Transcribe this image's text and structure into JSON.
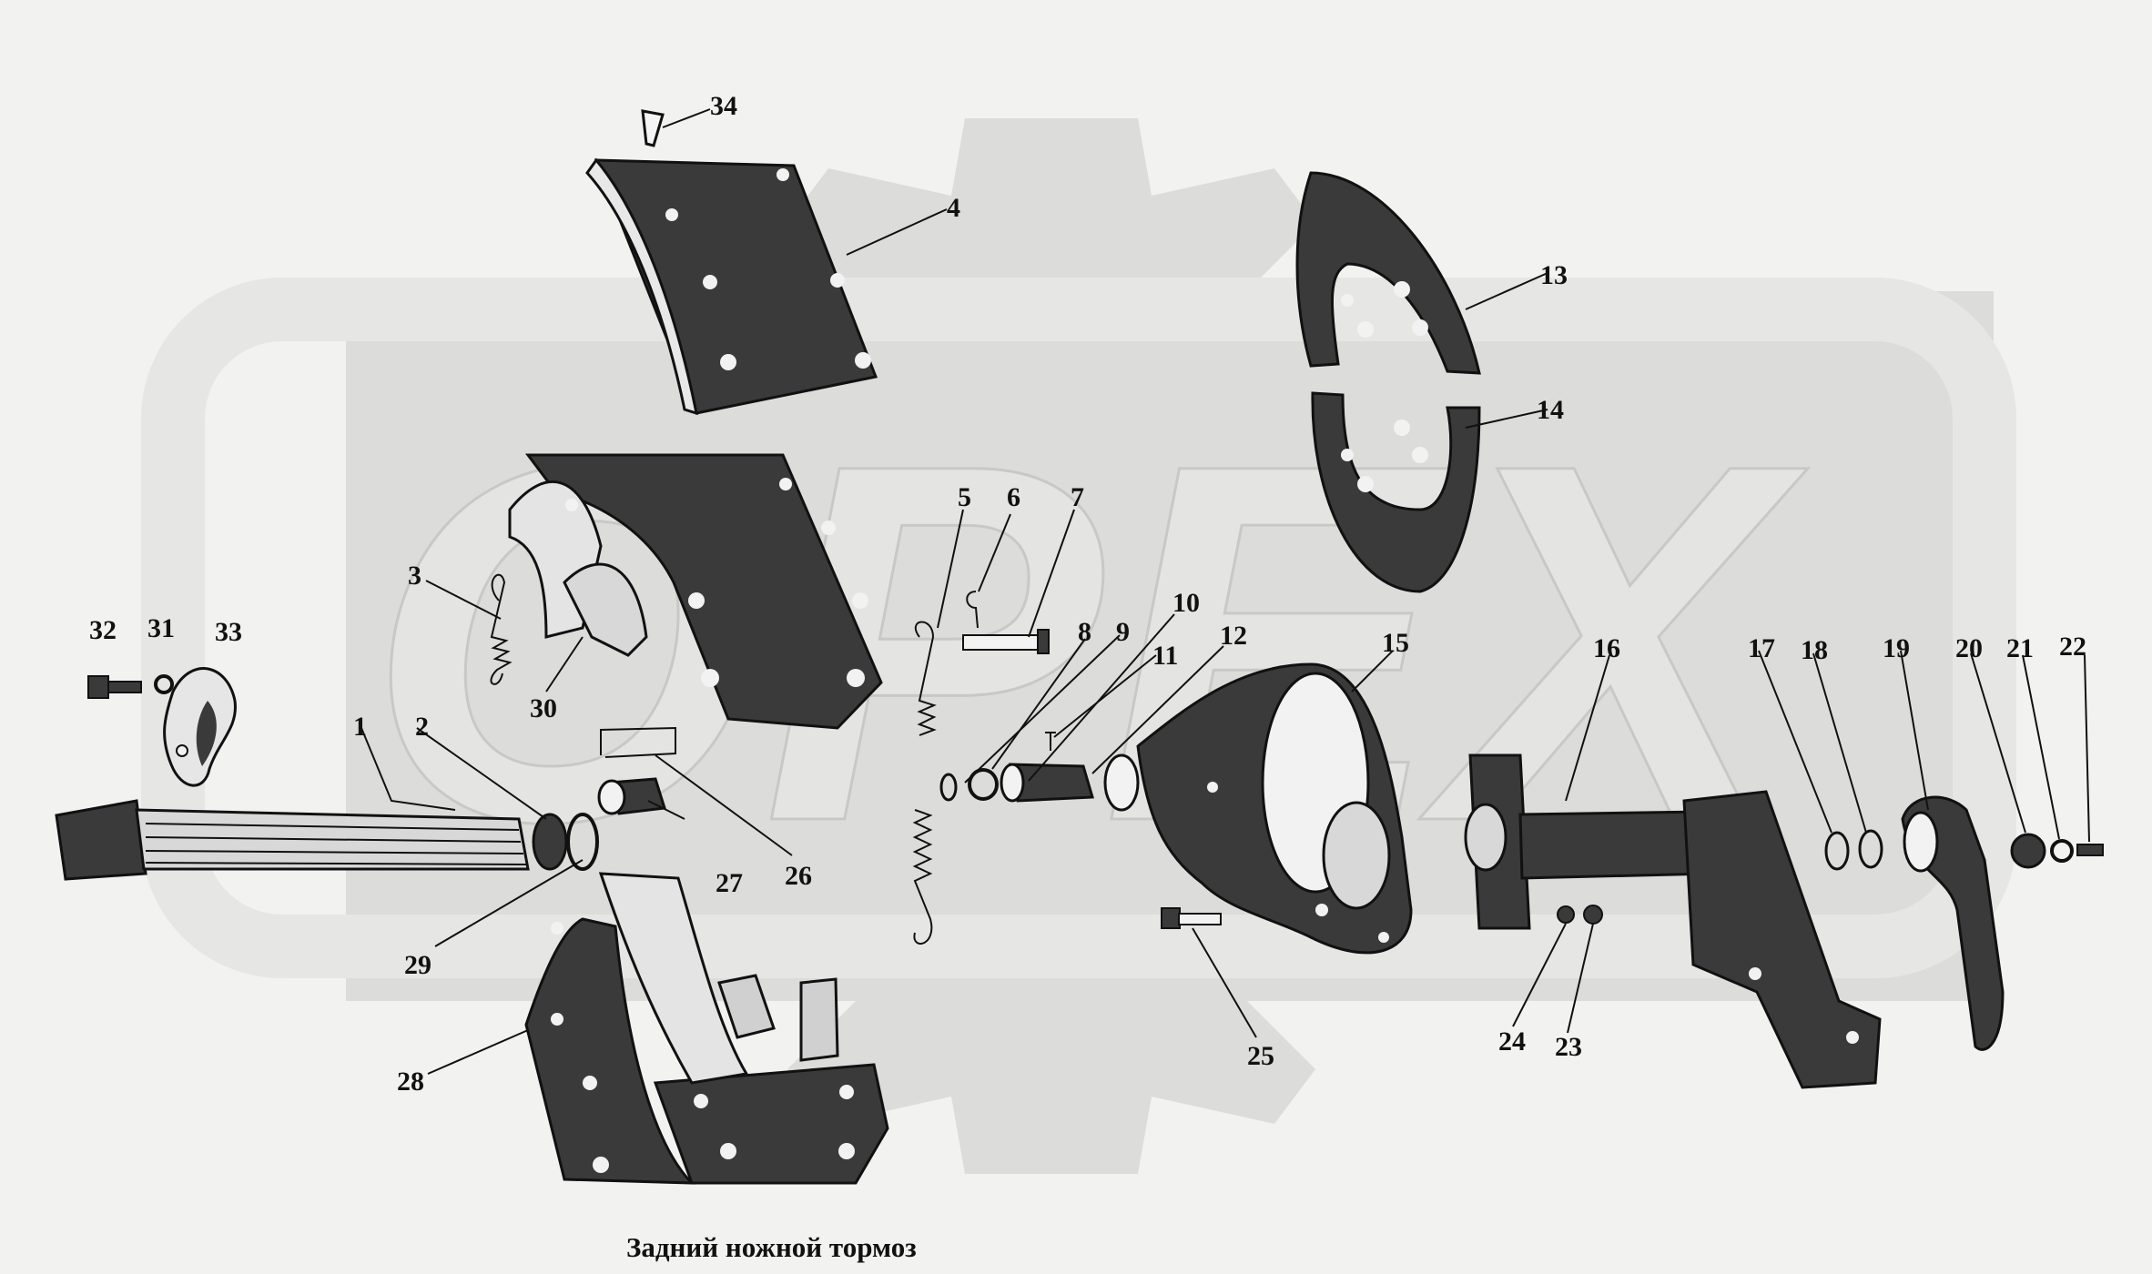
{
  "caption": "Задний ножной тормоз",
  "watermark": {
    "text": "OPEX",
    "gear_color": "#dcdcda",
    "letter_color": "#cfcfcd"
  },
  "colors": {
    "background": "#f2f2f0",
    "ink": "#111111",
    "part_fill": "#3a3a3a",
    "part_light": "#d8d8d6"
  },
  "callouts": [
    "1",
    "2",
    "3",
    "4",
    "5",
    "6",
    "7",
    "8",
    "9",
    "10",
    "11",
    "12",
    "13",
    "14",
    "15",
    "16",
    "17",
    "18",
    "19",
    "20",
    "21",
    "22",
    "23",
    "24",
    "25",
    "26",
    "27",
    "28",
    "29",
    "30",
    "31",
    "32",
    "33",
    "34"
  ],
  "icons": [
    "brake-lining-icon",
    "brake-shoe-icon",
    "camshaft-icon",
    "spring-icon",
    "bracket-icon",
    "dust-shield-icon",
    "adjuster-lever-icon"
  ]
}
